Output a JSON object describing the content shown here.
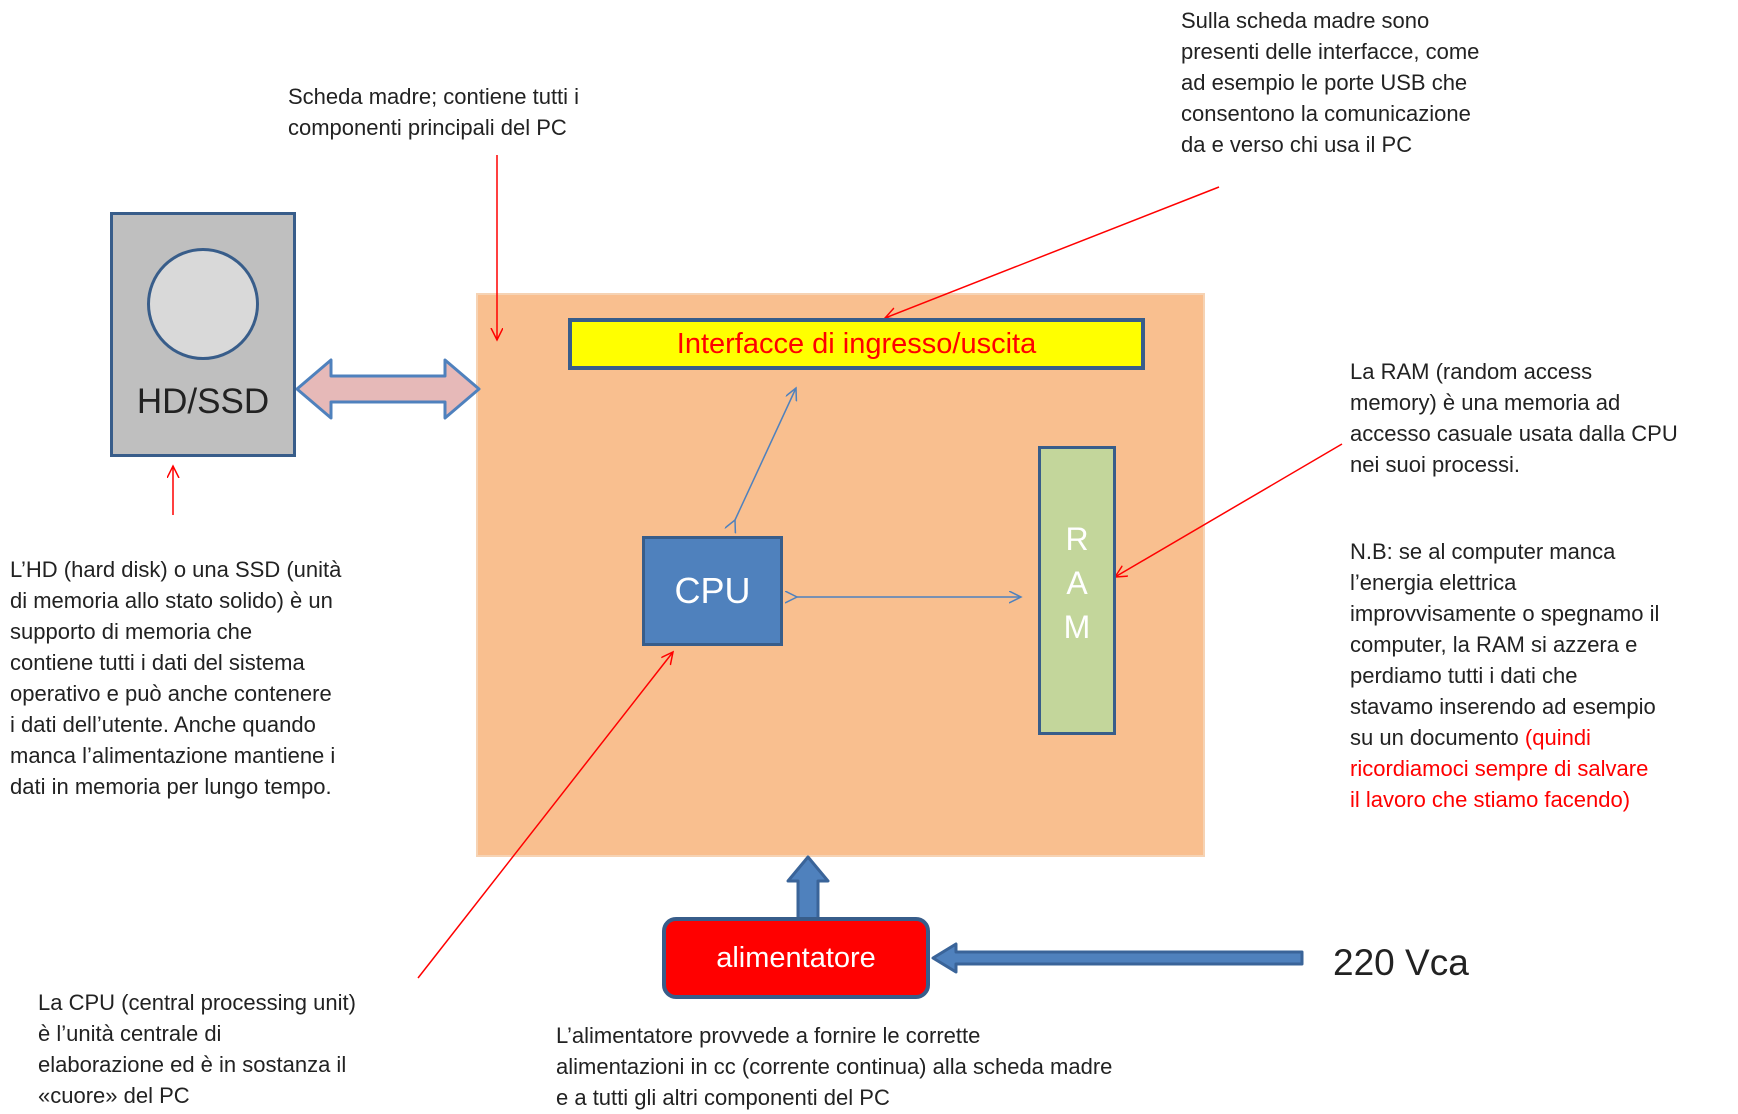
{
  "blocks": {
    "io_interfaces": "Interfacce di ingresso/uscita",
    "cpu": "CPU",
    "ram_letters": [
      "R",
      "A",
      "M"
    ],
    "hd_ssd": "HD/SSD",
    "power_supply": "alimentatore",
    "mains_voltage": "220 Vca"
  },
  "notes": {
    "motherboard": "Scheda madre; contiene tutti i\ncomponenti principali del PC",
    "interfaces": "Sulla scheda madre sono\npresenti delle interfacce, come\nad esempio le porte USB che\nconsentono la comunicazione\nda e verso chi usa il PC",
    "ram": "La RAM (random access\nmemory) è una memoria ad\naccesso casuale usata dalla CPU\nnei suoi processi.",
    "ram_nb": "N.B: se al computer manca\nl’energia elettrica\nimprovvisamente o spegnamo il\ncomputer, la RAM si azzera e\nperdiamo tutti i dati che\nstavamo inserendo ad esempio\nsu un documento ",
    "ram_nb_warning": "(quindi\nricordiamoci sempre di salvare\nil lavoro che stiamo facendo)",
    "hd": "L’HD (hard disk) o una SSD (unità\ndi memoria allo stato solido) è un\nsupporto di memoria che\ncontiene tutti i dati del sistema\noperativo e può anche contenere\ni dati dell’utente. Anche quando\nmanca l’alimentazione mantiene i\ndati in memoria per lungo tempo.",
    "cpu": "La CPU (central processing unit)\nè l’unità centrale di\nelaborazione ed è in sostanza il\n«cuore» del PC",
    "power": "L’alimentatore provvede a fornire le corrette\nalimentazioni in cc (corrente continua) alla scheda madre\ne a tutti gli altri componenti del PC"
  },
  "colors": {
    "motherboard": "#f9bf8f",
    "io_box": "#ffff00",
    "io_text": "#ff0000",
    "cpu_box": "#4f81bd",
    "ram_box": "#c3d69b",
    "hd_box": "#bfbfbf",
    "power_box": "#ff0000",
    "pointer_lines": "#ff0000",
    "data_arrows": "#4f81bd"
  }
}
